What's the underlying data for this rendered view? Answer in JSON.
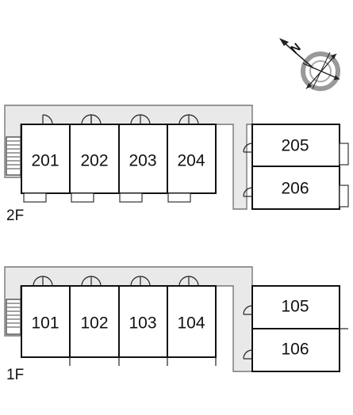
{
  "compass": {
    "north_letter": "N",
    "icon": "compass-rose-icon"
  },
  "floors": [
    {
      "id": "2F",
      "label": "2F",
      "units": [
        {
          "number": "201"
        },
        {
          "number": "202"
        },
        {
          "number": "203"
        },
        {
          "number": "204"
        },
        {
          "number": "205"
        },
        {
          "number": "206"
        }
      ]
    },
    {
      "id": "1F",
      "label": "1F",
      "units": [
        {
          "number": "101"
        },
        {
          "number": "102"
        },
        {
          "number": "103"
        },
        {
          "number": "104"
        },
        {
          "number": "105"
        },
        {
          "number": "106"
        }
      ]
    }
  ]
}
